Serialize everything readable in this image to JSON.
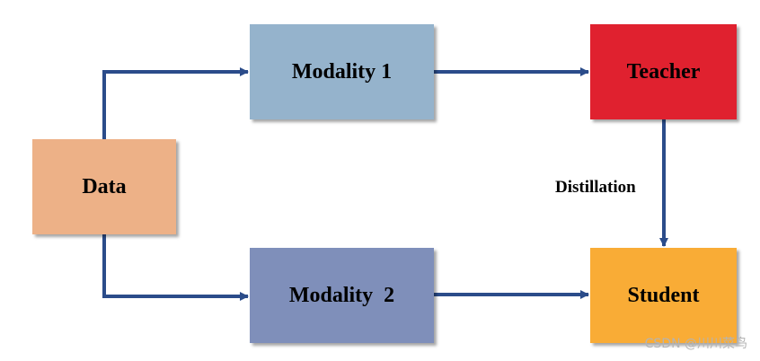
{
  "nodes": {
    "data": {
      "label": "Data",
      "color": "#EDB187"
    },
    "modality1": {
      "label": "Modality 1",
      "color": "#95B3CC"
    },
    "modality2": {
      "label": "Modality  2",
      "color": "#7F8FBA"
    },
    "teacher": {
      "label": "Teacher",
      "color": "#E0212F"
    },
    "student": {
      "label": "Student",
      "color": "#F9AC36"
    }
  },
  "edges": [
    {
      "from": "data",
      "to": "modality1",
      "label": ""
    },
    {
      "from": "data",
      "to": "modality2",
      "label": ""
    },
    {
      "from": "modality1",
      "to": "teacher",
      "label": ""
    },
    {
      "from": "modality2",
      "to": "student",
      "label": ""
    },
    {
      "from": "teacher",
      "to": "student",
      "label": "Distillation"
    }
  ],
  "arrow_color": "#2B4C8A",
  "watermark": "CSDN @川川菜鸟"
}
